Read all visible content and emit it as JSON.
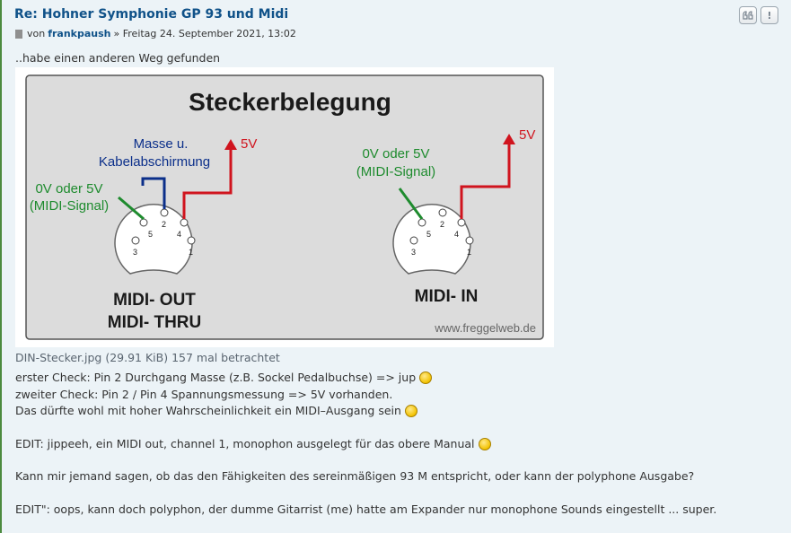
{
  "post": {
    "title": "Re: Hohner Symphonie GP 93 und Midi",
    "author_prefix": "von",
    "author": "frankpaush",
    "date": "» Freitag 24. September 2021, 13:02",
    "intro": "..habe einen anderen Weg gefunden"
  },
  "actions": {
    "quote_icon": "quote-icon",
    "report_icon": "exclamation-icon",
    "report_label": "!"
  },
  "diagram": {
    "title": "Steckerbelegung",
    "left_label_ground": "Masse u.",
    "left_label_shield": "Kabelabschirmung",
    "left_label_signal_1": "0V oder 5V",
    "left_label_signal_2": "(MIDI-Signal)",
    "left_label_5v": "5V",
    "left_name_1": "MIDI- OUT",
    "left_name_2": "MIDI- THRU",
    "right_label_signal_1": "0V oder 5V",
    "right_label_signal_2": "(MIDI-Signal)",
    "right_label_5v": "5V",
    "right_name": "MIDI- IN",
    "watermark": "www.freggelweb.de",
    "pins": [
      "1",
      "2",
      "3",
      "4",
      "5"
    ],
    "colors": {
      "signal": "#1e8b2e",
      "power": "#d0141e",
      "ground": "#0b2f8a"
    }
  },
  "attachment": {
    "caption": "DIN-Stecker.jpg (29.91 KiB) 157 mal betrachtet"
  },
  "body": {
    "line1": "erster Check: Pin 2 Durchgang Masse (z.B. Sockel Pedalbuchse) => jup",
    "line2": "zweiter Check: Pin 2 / Pin 4 Spannungsmessung => 5V vorhanden.",
    "line3": "Das dürfte wohl mit hoher Wahrscheinlichkeit ein MIDI–Ausgang sein",
    "line4": "EDIT: jippeeh, ein MIDI out, channel 1, monophon ausgelegt für das obere Manual",
    "line5": "Kann mir jemand sagen, ob das den Fähigkeiten des sereinmäßigen 93 M entspricht, oder kann der polyphone Ausgabe?",
    "line6": "EDIT\": oops, kann doch polyphon, der dumme Gitarrist (me) hatte am Expander nur monophone Sounds eingestellt ... super."
  }
}
